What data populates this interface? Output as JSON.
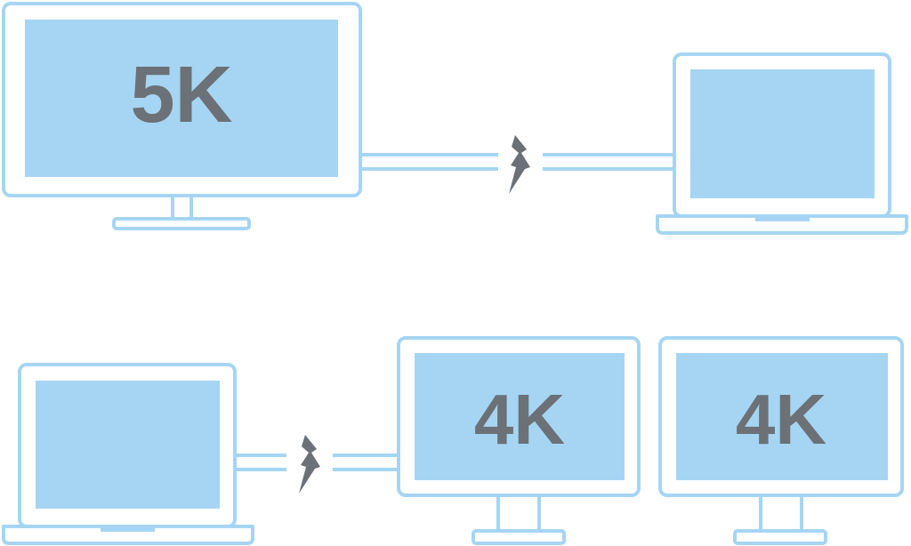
{
  "colors": {
    "outline": "#a6d5f3",
    "screen": "#a6d5f3",
    "label": "#6b7176",
    "background": "#ffffff"
  },
  "top_setup": {
    "display_label": "5K",
    "display_icon": "desktop-monitor",
    "connector_icon": "thunderbolt-icon",
    "computer_icon": "laptop"
  },
  "bottom_setup": {
    "computer_icon": "laptop",
    "connector_icon": "thunderbolt-icon",
    "displays": [
      {
        "label": "4K",
        "icon": "desktop-monitor"
      },
      {
        "label": "4K",
        "icon": "desktop-monitor"
      }
    ]
  }
}
